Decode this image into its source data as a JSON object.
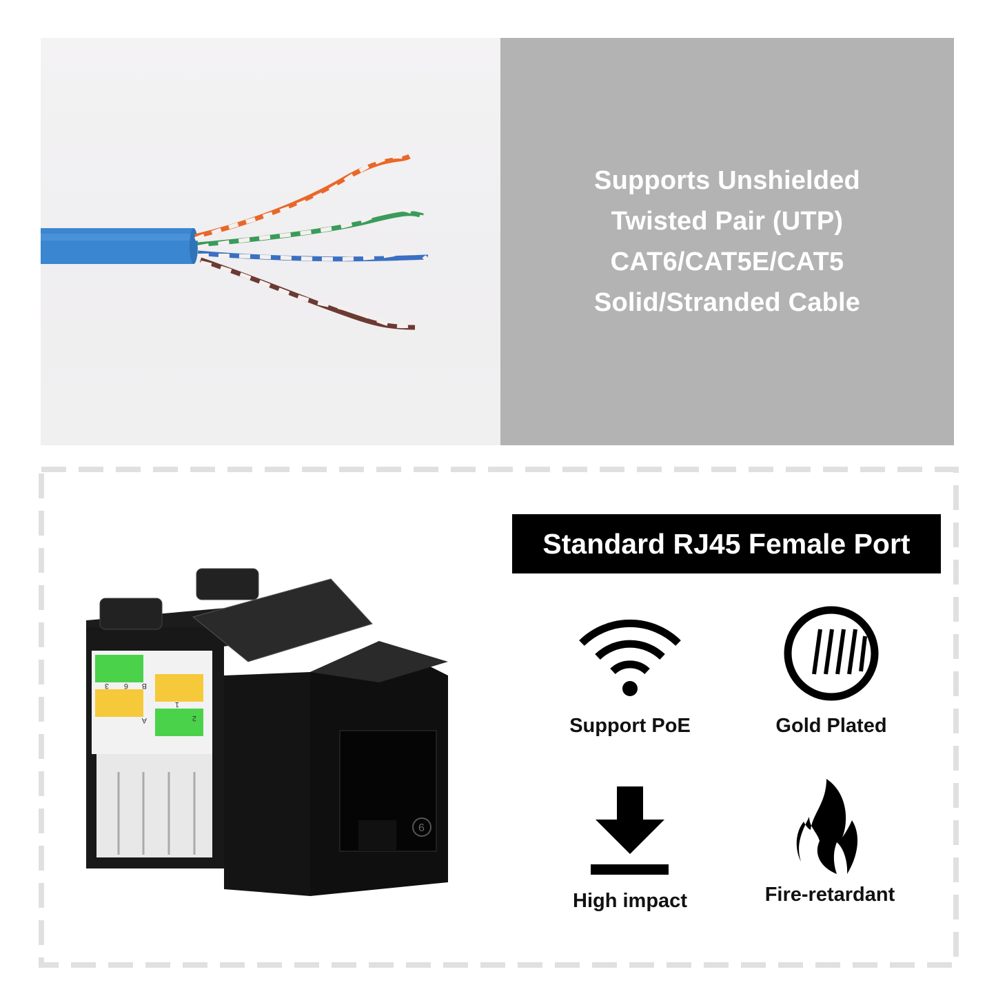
{
  "top_panel": {
    "photo": {
      "subject": "blue UTP ethernet cable with four twisted pairs (orange, green, blue, brown)",
      "colors": {
        "jacket": "#3a86d0",
        "orange": "#e8672a",
        "green": "#3a9b5a",
        "blue": "#3b6fc2",
        "brown": "#6b3a32"
      }
    },
    "text_lines": [
      "Supports Unshielded",
      "Twisted Pair (UTP)",
      "CAT6/CAT5E/CAT5",
      "Solid/Stranded Cable"
    ],
    "background": "#b3b3b3"
  },
  "bottom_panel": {
    "title": "Standard RJ45 Female Port",
    "product": {
      "subject": "black RJ45 keystone jack",
      "label_pins": {
        "top_left": "3",
        "mid_left": "6",
        "top_right": "B",
        "bottom_left": "A",
        "right_1": "1",
        "right_2": "2"
      },
      "cat_badge": "6"
    },
    "features": [
      {
        "icon": "wifi-icon",
        "label": "Support PoE"
      },
      {
        "icon": "gold-plated-icon",
        "label": "Gold Plated"
      },
      {
        "icon": "download-arrow-icon",
        "label": "High impact"
      },
      {
        "icon": "flame-icon",
        "label": "Fire-retardant"
      }
    ],
    "border_color": "#e0e0e0"
  }
}
